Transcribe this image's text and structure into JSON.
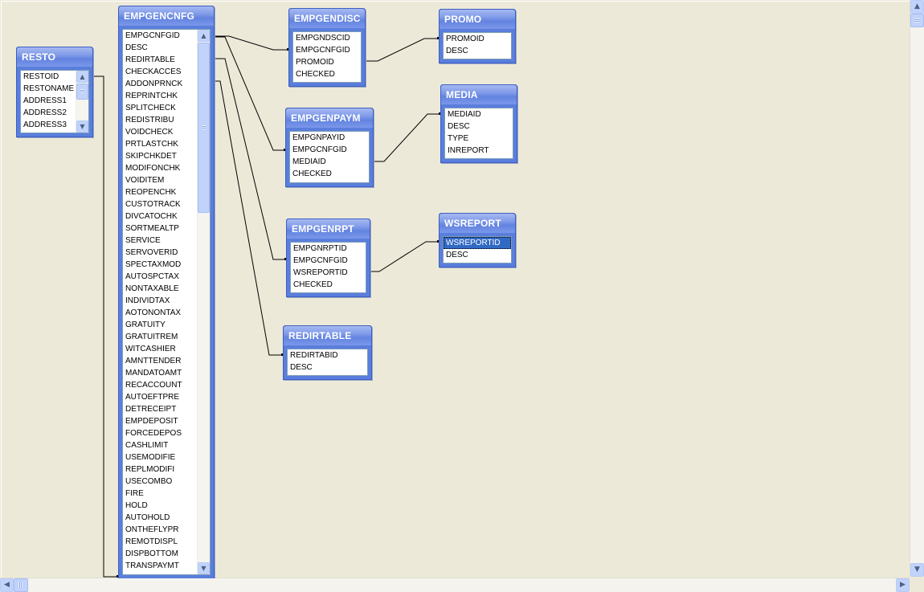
{
  "tables": {
    "resto": {
      "title": "RESTO",
      "fields": [
        "RESTOID",
        "RESTONAME",
        "ADDRESS1",
        "ADDRESS2",
        "ADDRESS3"
      ]
    },
    "empgencnfg": {
      "title": "EMPGENCNFG",
      "fields": [
        "EMPGCNFGID",
        "DESC",
        "REDIRTABLE",
        "CHECKACCES",
        "ADDONPRNCK",
        "REPRINTCHK",
        "SPLITCHECK",
        "REDISTRIBU",
        "VOIDCHECK",
        "PRTLASTCHK",
        "SKIPCHKDET",
        "MODIFONCHK",
        "VOIDITEM",
        "REOPENCHK",
        "CUSTOTRACK",
        "DIVCATOCHK",
        "SORTMEALTP",
        "SERVICE",
        "SERVOVERID",
        "SPECTAXMOD",
        "AUTOSPCTAX",
        "NONTAXABLE",
        "INDIVIDTAX",
        "AOTONONTAX",
        "GRATUITY",
        "GRATUITREM",
        "WITCASHIER",
        "AMNTTENDER",
        "MANDATOAMT",
        "RECACCOUNT",
        "AUTOEFTPRE",
        "DETRECEIPT",
        "EMPDEPOSIT",
        "FORCEDEPOS",
        "CASHLIMIT",
        "USEMODIFIE",
        "REPLMODIFI",
        "USECOMBO",
        "FIRE",
        "HOLD",
        "AUTOHOLD",
        "ONTHEFLYPR",
        "REMOTDISPL",
        "DISPBOTTOM",
        "TRANSPAYMT"
      ]
    },
    "empgendisc": {
      "title": "EMPGENDISC",
      "fields": [
        "EMPGNDSCID",
        "EMPGCNFGID",
        "PROMOID",
        "CHECKED"
      ]
    },
    "promo": {
      "title": "PROMO",
      "fields": [
        "PROMOID",
        "DESC"
      ]
    },
    "empgenpaym": {
      "title": "EMPGENPAYM",
      "fields": [
        "EMPGNPAYID",
        "EMPGCNFGID",
        "MEDIAID",
        "CHECKED"
      ]
    },
    "media": {
      "title": "MEDIA",
      "fields": [
        "MEDIAID",
        "DESC",
        "TYPE",
        "INREPORT"
      ]
    },
    "empgenrpt": {
      "title": "EMPGENRPT",
      "fields": [
        "EMPGNRPTID",
        "EMPGCNFGID",
        "WSREPORTID",
        "CHECKED"
      ]
    },
    "wsreport": {
      "title": "WSREPORT",
      "fields": [
        "WSREPORTID",
        "DESC"
      ],
      "selected": 0
    },
    "redirtable": {
      "title": "REDIRTABLE",
      "fields": [
        "REDIRTABID",
        "DESC"
      ]
    }
  },
  "colors": {
    "title_bar": "#6a8be3",
    "selection": "#316ac5",
    "canvas": "#ece9d8"
  }
}
